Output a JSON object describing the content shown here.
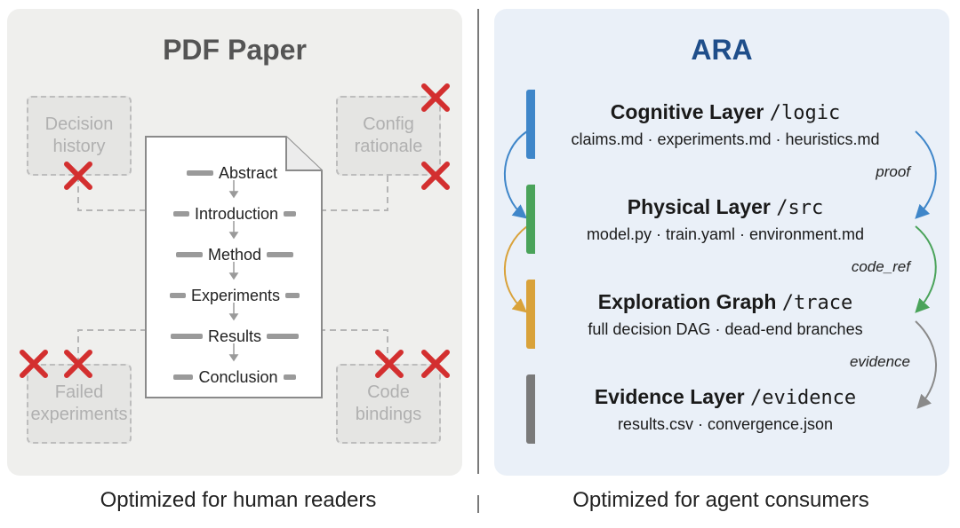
{
  "left": {
    "title": "PDF Paper",
    "caption": "Optimized for human readers",
    "ghost_boxes": [
      {
        "label": "Decision\nhistory"
      },
      {
        "label": "Config\nrationale"
      },
      {
        "label": "Failed\nexperiments"
      },
      {
        "label": "Code\nbindings"
      }
    ],
    "sections": [
      "Abstract",
      "Introduction",
      "Method",
      "Experiments",
      "Results",
      "Conclusion"
    ]
  },
  "right": {
    "title": "ARA",
    "caption": "Optimized for agent consumers",
    "layers": [
      {
        "name": "Cognitive Layer",
        "path": "/logic",
        "contents": "claims.md · experiments.md · heuristics.md",
        "accent": "#3f86c9",
        "bg": "#dae6f4"
      },
      {
        "name": "Physical Layer",
        "path": "/src",
        "contents": "model.py · train.yaml · environment.md",
        "accent": "#4aa35a",
        "bg": "#dcefdc"
      },
      {
        "name": "Exploration Graph",
        "path": "/trace",
        "contents": "full decision DAG · dead-end branches",
        "accent": "#d9a23a",
        "bg": "#f7e6c4"
      },
      {
        "name": "Evidence Layer",
        "path": "/evidence",
        "contents": "results.csv · convergence.json",
        "accent": "#7a7a7a",
        "bg": "#e5e5e5"
      }
    ],
    "edges": [
      {
        "label": "proof",
        "color": "#3f86c9"
      },
      {
        "label": "code_ref",
        "color": "#4aa35a"
      },
      {
        "label": "evidence",
        "color": "#8a8a8a"
      }
    ]
  },
  "colors": {
    "cross": "#d32f2f",
    "dash": "#b5b5b5"
  }
}
